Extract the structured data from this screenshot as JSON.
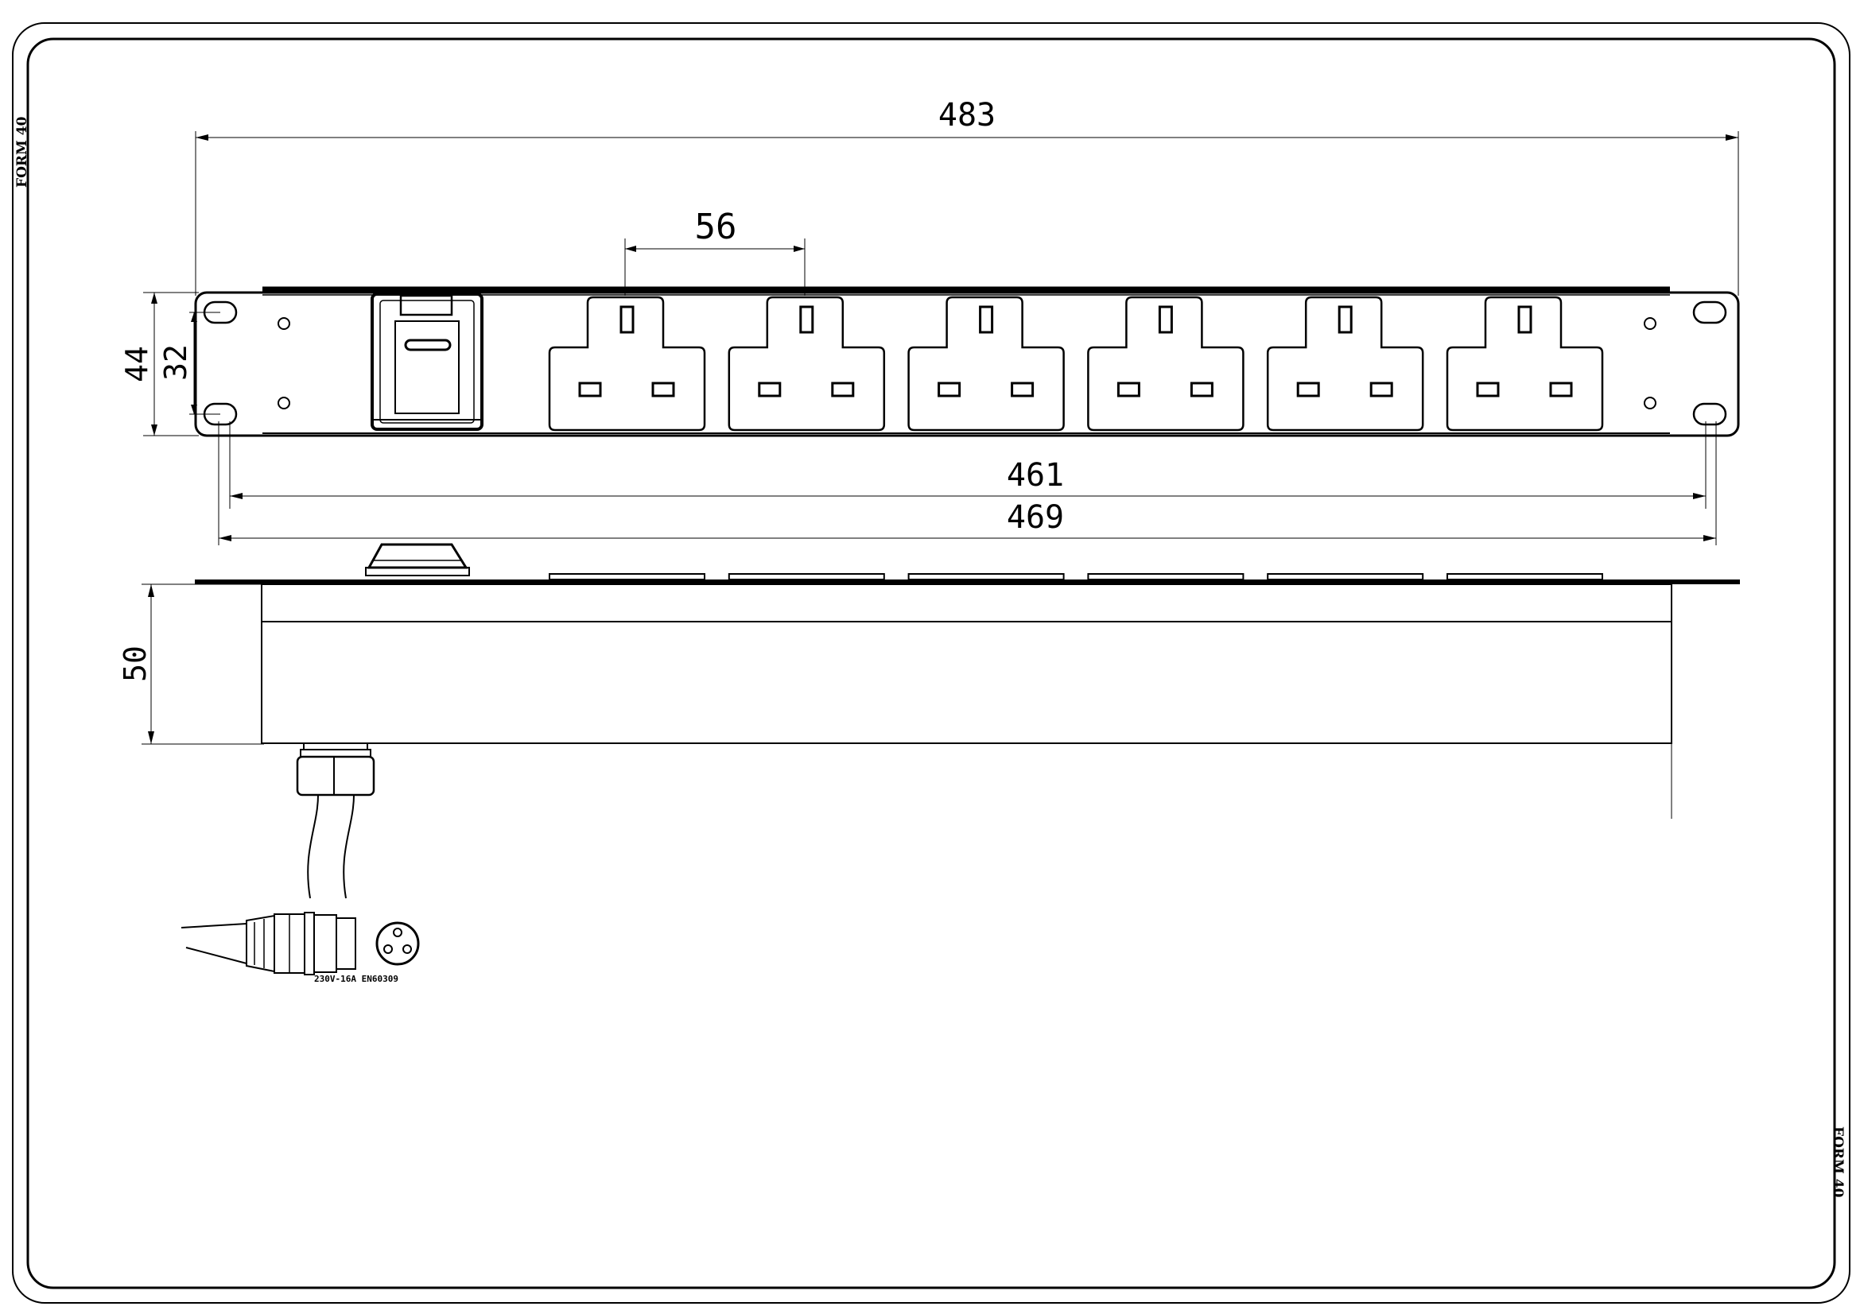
{
  "sheet": {
    "form_label_top": "FORM 40",
    "form_label_bottom": "FORM 40"
  },
  "dimensions": {
    "overall_width": "483",
    "socket_pitch": "56",
    "height_total": "44",
    "height_inner": "32",
    "hole_span": "461",
    "body_width": "469",
    "depth": "50"
  },
  "plug_label": "230V-16A EN60309",
  "socket_count": 6,
  "colors": {
    "line": "#000000",
    "background": "#ffffff"
  }
}
